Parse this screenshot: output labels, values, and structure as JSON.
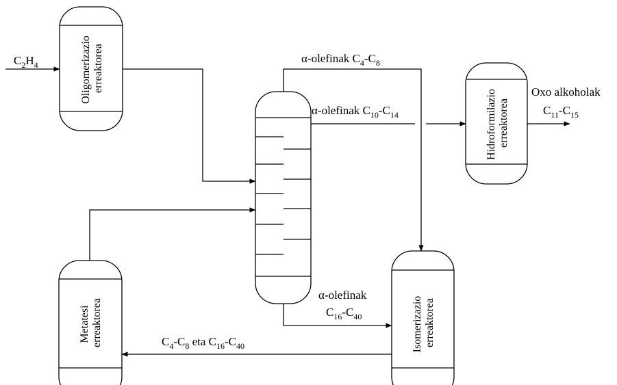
{
  "reactors": {
    "oligomerization": {
      "line1": "Oligomerizazio",
      "line2": "erreaktorea"
    },
    "hydroformylation": {
      "line1": "Hidroformilazio",
      "line2": "erreaktorea"
    },
    "metathesis": {
      "line1": "Metatesi",
      "line2": "erreaktorea"
    },
    "isomerization": {
      "line1": "Isomerizazio",
      "line2": "erreaktorea"
    }
  },
  "streams": {
    "feed": {
      "C": "C",
      "sub1": "2",
      "H": "H",
      "sub2": "4"
    },
    "top": {
      "prefix": "α-olefinak C",
      "sub1": "4",
      "mid": "-C",
      "sub2": "8"
    },
    "middle": {
      "prefix": "α-olefinak C",
      "sub1": "10",
      "mid": "-C",
      "sub2": "14"
    },
    "bottom": {
      "line1": "α-olefinak",
      "C": "C",
      "sub1": "16",
      "mid": "-C",
      "sub2": "40"
    },
    "recycle": {
      "C": "C",
      "sub1": "4",
      "mid1": "-C",
      "sub2": "8",
      "mid2": " eta C",
      "sub3": "16",
      "mid3": "-C",
      "sub4": "40"
    },
    "product": {
      "line1": "Oxo alkoholak",
      "C": "C",
      "sub1": "11",
      "mid": "-C",
      "sub2": "15"
    }
  },
  "colors": {
    "stroke": "#000000",
    "background": "#ffffff"
  }
}
